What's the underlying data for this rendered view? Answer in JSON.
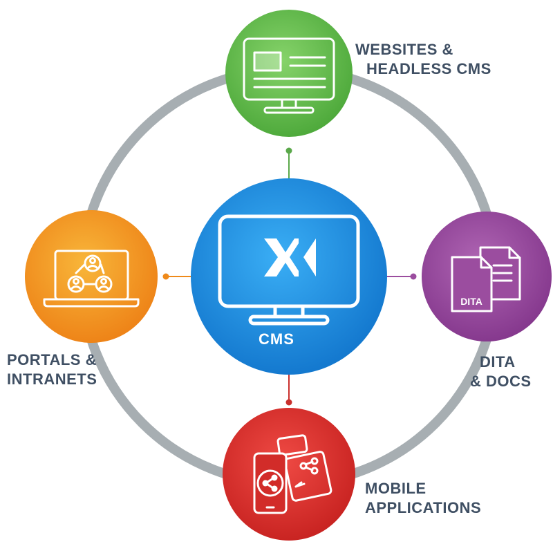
{
  "colors": {
    "ring": "#a7aeb2",
    "center": "#1f8fe0",
    "websites": "#6cc04a",
    "portals": "#f39a1e",
    "dita": "#9b4d9f",
    "mobile": "#e0332f",
    "label_text": "#3f4f63"
  },
  "center": {
    "label": "CMS",
    "icon": "monitor-xm-logo-icon",
    "logo_text": "X"
  },
  "nodes": {
    "websites": {
      "label_line1": "WEBSITES &",
      "label_line2": "HEADLESS CMS",
      "icon": "website-monitor-icon"
    },
    "portals": {
      "label_line1": "PORTALS &",
      "label_line2": "INTRANETS",
      "icon": "laptop-users-icon"
    },
    "dita": {
      "label_line1": "DITA",
      "label_line2": "& DOCS",
      "icon": "documents-icon",
      "doc_badge": "DITA"
    },
    "mobile": {
      "label_line1": "MOBILE",
      "label_line2": "APPLICATIONS",
      "icon": "mobile-share-icon"
    }
  }
}
